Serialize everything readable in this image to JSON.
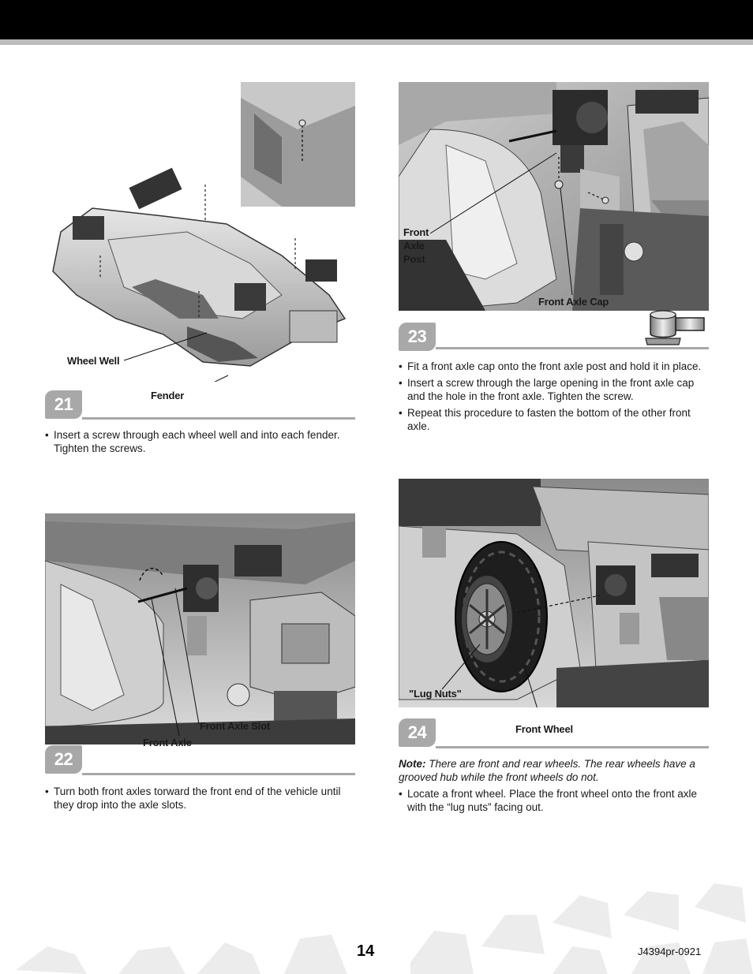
{
  "steps": [
    {
      "number": "21",
      "callouts": {
        "wheel_well": "Wheel Well",
        "fender": "Fender"
      },
      "bullets": [
        "Insert a screw through each wheel well and into each fender. Tighten the screws."
      ]
    },
    {
      "number": "22",
      "callouts": {
        "front_axle_slot": "Front Axle Slot",
        "front_axle": "Front Axle"
      },
      "bullets": [
        "Turn both front axles torward the front end of the vehicle until they drop into the axle slots."
      ]
    },
    {
      "number": "23",
      "callouts": {
        "front_axle_post_1": "Front",
        "front_axle_post_2": "Axle",
        "front_axle_post_3": "Post",
        "front_axle_cap": "Front Axle Cap"
      },
      "bullets": [
        "Fit a front axle cap onto the front axle post and hold it in place.",
        "Insert a screw through the large opening in the front axle cap and the hole in the front axle. Tighten the screw.",
        "Repeat this procedure to fasten the bottom of the other front axle."
      ]
    },
    {
      "number": "24",
      "callouts": {
        "lug_nuts": "\"Lug Nuts\"",
        "front_wheel": "Front Wheel"
      },
      "note_label": "Note:",
      "note_text": " There are front and rear wheels. The rear wheels have a grooved hub while the front wheels do not.",
      "bullets": [
        "Locate a front wheel. Place the front wheel onto the front axle with the “lug nuts” facing out."
      ]
    }
  ],
  "footer": {
    "page_number": "14",
    "doc_id": "J4394pr-0921"
  }
}
